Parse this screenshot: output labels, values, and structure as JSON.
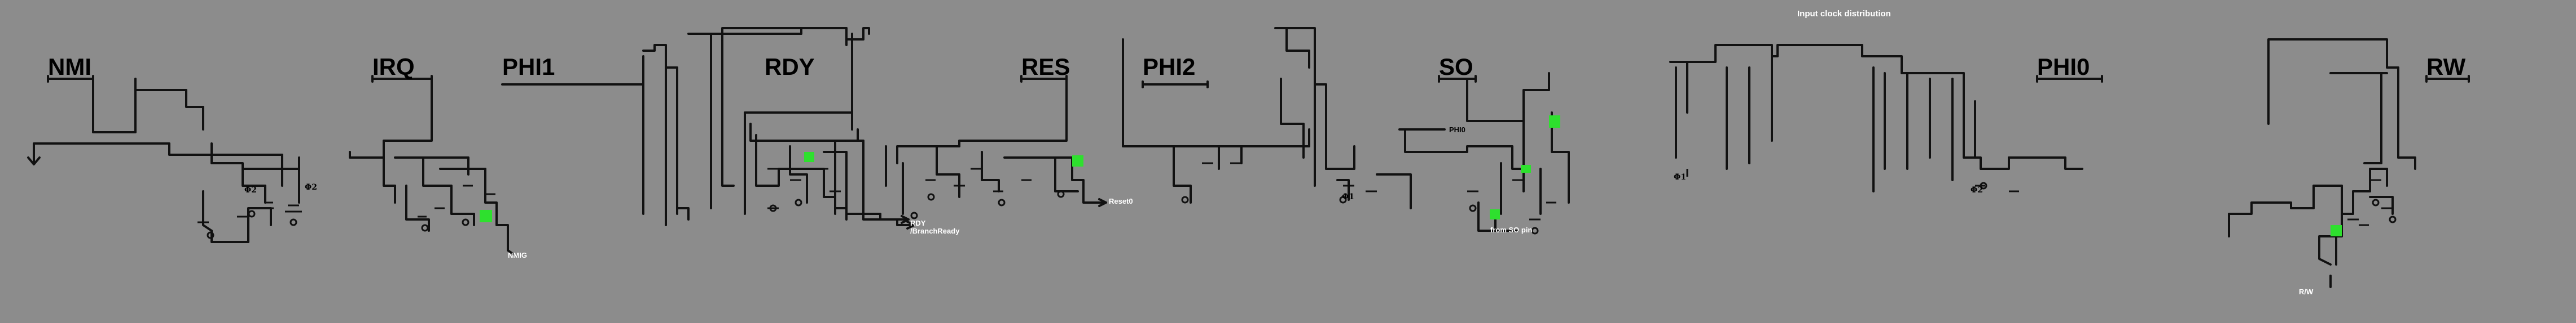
{
  "title": "Input clock distribution",
  "signals": [
    {
      "id": "nmi",
      "label": "NMI"
    },
    {
      "id": "irq",
      "label": "IRQ"
    },
    {
      "id": "phi1",
      "label": "PHI1"
    },
    {
      "id": "rdy",
      "label": "RDY"
    },
    {
      "id": "res",
      "label": "RES"
    },
    {
      "id": "phi2",
      "label": "PHI2"
    },
    {
      "id": "so",
      "label": "SO"
    },
    {
      "id": "phi0",
      "label": "PHI0"
    },
    {
      "id": "rw",
      "label": "RW"
    }
  ],
  "outputs": {
    "nmig": "NMIG",
    "rdy": "RDY",
    "branch_ready": "/BranchReady",
    "reset0": "Reset0",
    "phi0": "PHI0",
    "from_so_pin": "from SO pin",
    "rw": "R/W"
  },
  "clock_labels": {
    "phi1": "Φ1",
    "phi2": "Φ2"
  },
  "colors": {
    "background": "#8c8c8c",
    "wire": "#111111",
    "highlight": "#2ee02e"
  }
}
